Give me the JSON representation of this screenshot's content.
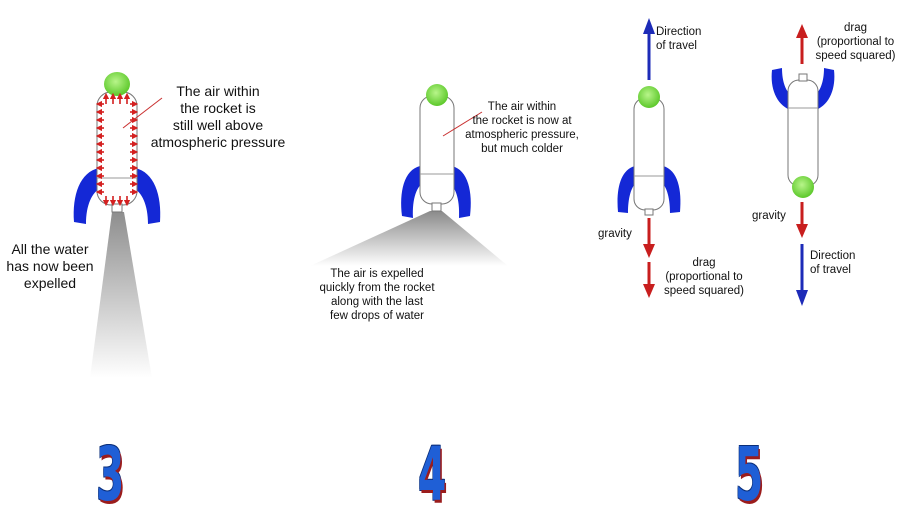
{
  "panels": [
    {
      "number": "3",
      "air_label": "The air within\nthe rocket is\nstill well above\natmospheric pressure",
      "water_label": "All the water\nhas now been\nexpelled"
    },
    {
      "number": "4",
      "air_label": "The air within\nthe rocket is now at\natmospheric pressure,\nbut much colder",
      "exhaust_label": "The air is expelled\nquickly from the rocket\nalong with the last\nfew drops of water"
    },
    {
      "number": "5",
      "up": {
        "direction_label": "Direction\nof travel",
        "gravity_label": "gravity",
        "drag_label": "drag\n(proportional to\nspeed squared)"
      },
      "down": {
        "drag_label": "drag\n(proportional to\nspeed squared)",
        "gravity_label": "gravity",
        "direction_label": "Direction\nof travel"
      }
    }
  ],
  "colors": {
    "fin": "#1428d6",
    "nose": "#7be04a",
    "pressure_arrow": "#d42020",
    "force_arrow": "#c81e1e",
    "direction_arrow": "#1d2bb8",
    "body": "#ffffff",
    "outline": "#777777"
  }
}
